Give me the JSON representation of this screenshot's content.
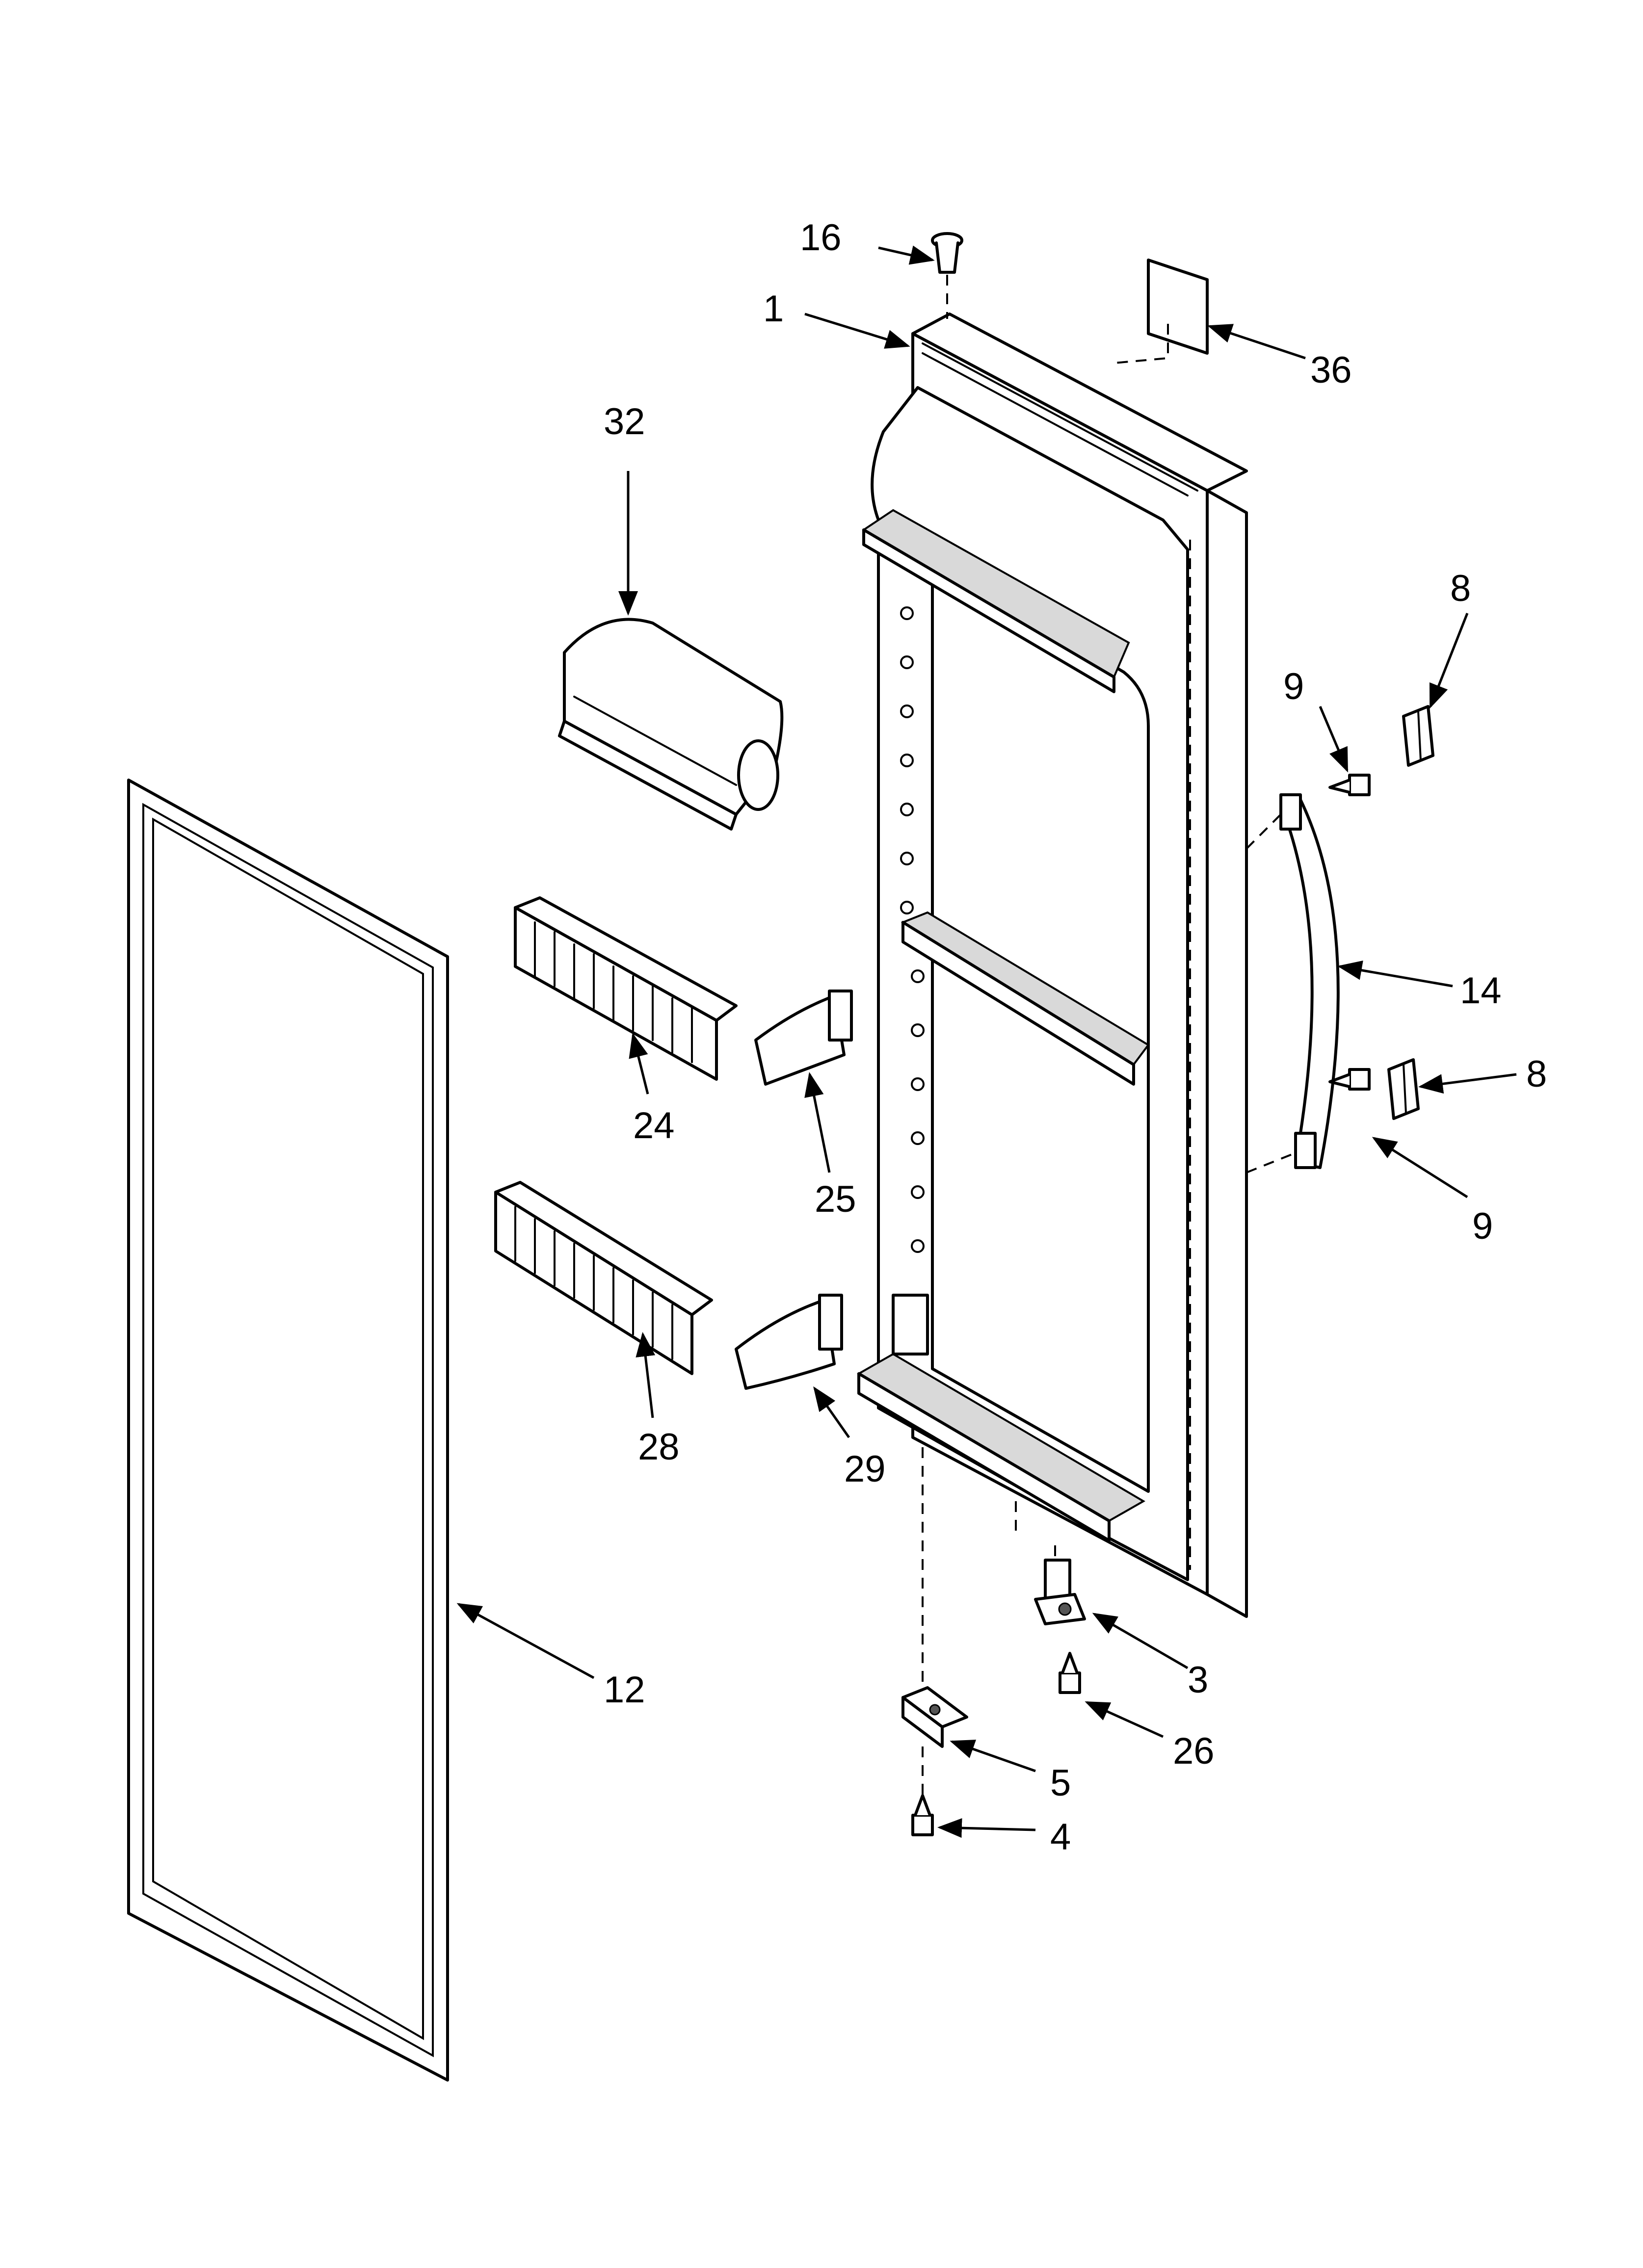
{
  "diagram": {
    "callouts": [
      {
        "id": "c16",
        "label": "16"
      },
      {
        "id": "c1",
        "label": "1"
      },
      {
        "id": "c36",
        "label": "36"
      },
      {
        "id": "c32",
        "label": "32"
      },
      {
        "id": "c8a",
        "label": "8"
      },
      {
        "id": "c9a",
        "label": "9"
      },
      {
        "id": "c14",
        "label": "14"
      },
      {
        "id": "c8b",
        "label": "8"
      },
      {
        "id": "c9b",
        "label": "9"
      },
      {
        "id": "c24",
        "label": "24"
      },
      {
        "id": "c25",
        "label": "25"
      },
      {
        "id": "c28",
        "label": "28"
      },
      {
        "id": "c29",
        "label": "29"
      },
      {
        "id": "c12",
        "label": "12"
      },
      {
        "id": "c3",
        "label": "3"
      },
      {
        "id": "c26",
        "label": "26"
      },
      {
        "id": "c5",
        "label": "5"
      },
      {
        "id": "c4",
        "label": "4"
      }
    ],
    "colors": {
      "line": "#000000",
      "background": "#ffffff",
      "shade": "#d9d9d9"
    }
  }
}
